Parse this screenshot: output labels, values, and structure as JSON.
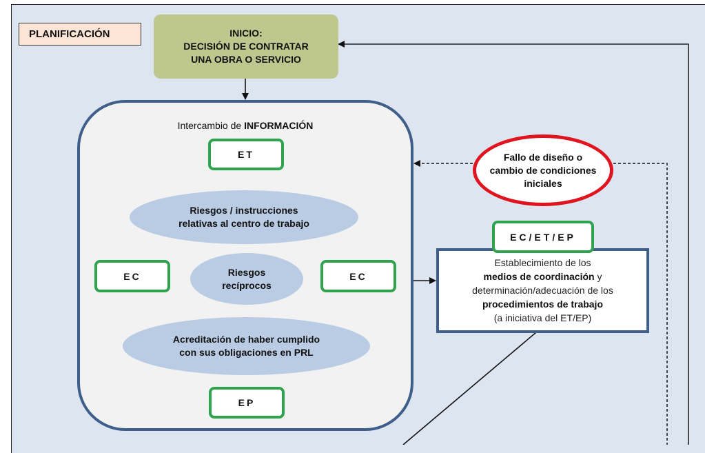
{
  "section_label": "PLANIFICACIÓN",
  "start": {
    "lines": [
      "INICIO:",
      "DECISIÓN DE CONTRATAR",
      "UNA OBRA O SERVICIO"
    ],
    "color": "#bdc78e"
  },
  "info_panel": {
    "title_prefix": "Intercambio de ",
    "title_bold": "INFORMACIÓN"
  },
  "nodes": {
    "et": "ET",
    "ec_left": "EC",
    "ec_right": "EC",
    "ep": "EP",
    "ec_et_ep": "EC/ET/EP"
  },
  "ellipses": {
    "riesgos_instrucciones": [
      "Riesgos / instrucciones",
      "relativas al centro de trabajo"
    ],
    "riesgos_reciprocos": [
      "Riesgos",
      "recíprocos"
    ],
    "acreditacion": [
      "Acreditación de haber cumplido",
      "con sus obligaciones en PRL"
    ]
  },
  "fallo": [
    "Fallo de diseño o",
    "cambio de condiciones",
    "iniciales"
  ],
  "coordination": {
    "line1": "Establecimiento de los",
    "line2_bold": "medios de coordinación",
    "line2_rest": " y",
    "line3": "determinación/adecuación de los",
    "line4_bold": "procedimientos de trabajo",
    "line5": "(a iniciativa del ET/EP)"
  },
  "colors": {
    "background": "#dde5f1",
    "panel_border": "#3f5f8a",
    "node_border": "#2fa34e",
    "ellipse_fill": "#b9cce4",
    "alert_border": "#e0141f",
    "label_fill": "#fce5d6"
  }
}
